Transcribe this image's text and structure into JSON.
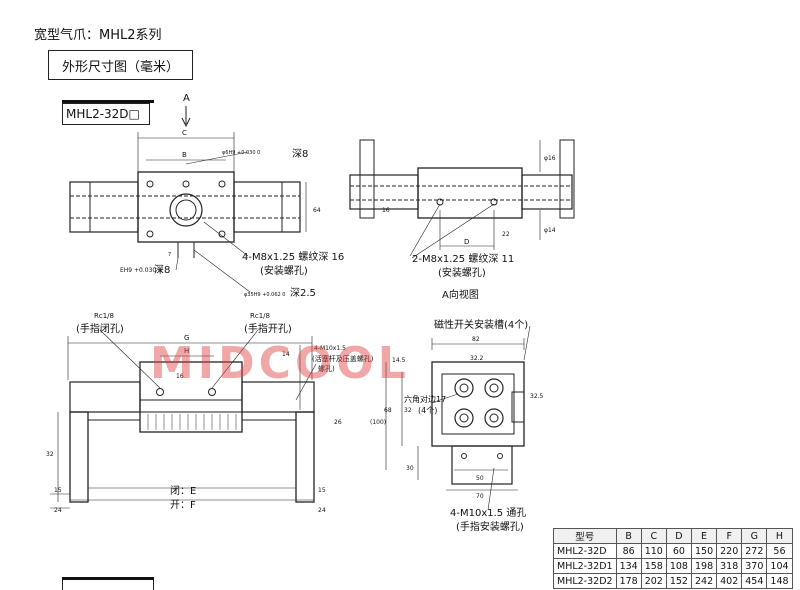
{
  "header": {
    "title": "宽型气爪：MHL2系列",
    "subtitle": "外形尺寸图（毫米）",
    "model_label": "MHL2-32D□"
  },
  "watermark": "MIDCOOL",
  "labels": {
    "A": "A",
    "C": "C",
    "B": "B",
    "depth8_top": "深8",
    "hole_spec_top": "φ6H9 +0.030 0",
    "M8_spec": "4-M8x1.25 螺纹深 16",
    "mount_screw_1": "(安装螺孔)",
    "eh9": "EH9 +0.030 0",
    "depth8_left": "深8",
    "hole_35": "φ35H9 +0.062 0",
    "depth2_5": "深2.5",
    "dim_64": "64",
    "dim_7": "7",
    "dim_16": "16",
    "phi16": "φ16",
    "phi14": "φ14",
    "D": "D",
    "dim_22": "22",
    "M8_spec_2": "2-M8x1.25 螺纹深 11",
    "mount_screw_2": "(安装螺孔)",
    "a_view": "A向视图",
    "rc_left": "Rc1/8",
    "finger_close": "(手指闭孔)",
    "rc_right": "Rc1/8",
    "finger_open": "(手指开孔)",
    "G": "G",
    "H": "H",
    "dim_14": "14",
    "m10_top": "4-M10x1.5",
    "m10_top_note": "(活塞杆及压盖螺孔)",
    "m10_top_note2": "螺孔)",
    "dim_26": "26",
    "dim_32_left": "32",
    "dim_15": "15",
    "dim_24": "24",
    "close_E": "闭：E",
    "open_F": "开：F",
    "dim_16b": "16",
    "switch_slot": "磁性开关安装槽(4个)",
    "dim_82": "82",
    "dim_32_2": "32.2",
    "dim_14_5": "14.5",
    "dim_32_5": "32.5",
    "dim_100": "(100)",
    "dim_68": "68",
    "dim_32_r": "32",
    "hex": "六角对边17",
    "hex_count": "(4个)",
    "dim_50": "50",
    "dim_70": "70",
    "m10_bottom": "4-M10x1.5 通孔",
    "m10_bottom_note": "(手指安装螺孔)",
    "dim_30": "30"
  },
  "table": {
    "headers": [
      "型号",
      "B",
      "C",
      "D",
      "E",
      "F",
      "G",
      "H"
    ],
    "rows": [
      [
        "MHL2-32D",
        "86",
        "110",
        "60",
        "150",
        "220",
        "272",
        "56"
      ],
      [
        "MHL2-32D1",
        "134",
        "158",
        "108",
        "198",
        "318",
        "370",
        "104"
      ],
      [
        "MHL2-32D2",
        "178",
        "202",
        "152",
        "242",
        "402",
        "454",
        "148"
      ]
    ]
  }
}
